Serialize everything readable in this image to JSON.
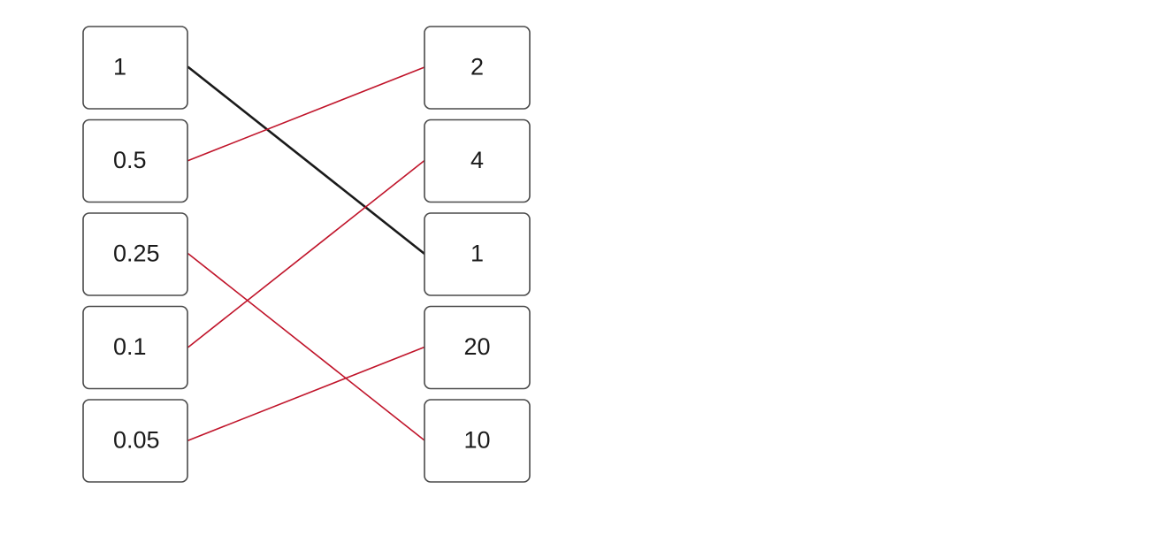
{
  "diagram": {
    "left_column": [
      "1",
      "0.5",
      "0.25",
      "0.1",
      "0.05"
    ],
    "right_column": [
      "2",
      "4",
      "1",
      "20",
      "10"
    ],
    "connections": [
      {
        "from": 0,
        "to": 2,
        "color": "#1a1a1a",
        "style": "given"
      },
      {
        "from": 1,
        "to": 0,
        "color": "#c0142a",
        "style": "answer"
      },
      {
        "from": 2,
        "to": 4,
        "color": "#c0142a",
        "style": "answer"
      },
      {
        "from": 3,
        "to": 1,
        "color": "#c0142a",
        "style": "answer"
      },
      {
        "from": 4,
        "to": 3,
        "color": "#c0142a",
        "style": "answer"
      }
    ]
  }
}
